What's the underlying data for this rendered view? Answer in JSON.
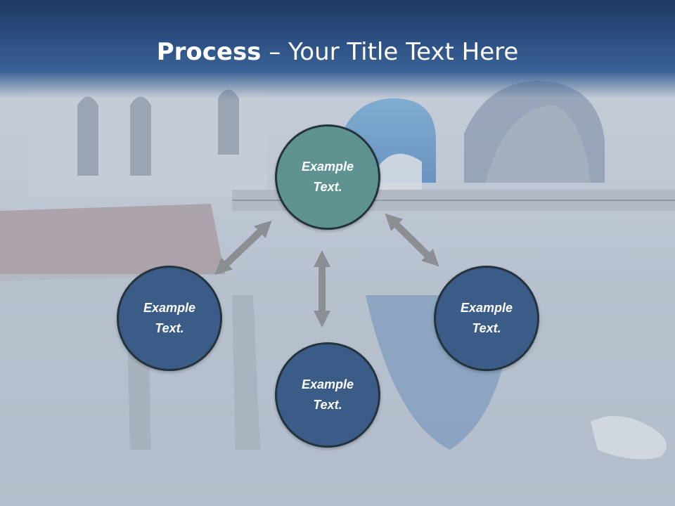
{
  "slide": {
    "title_bold": "Process",
    "title_rest": " – Your Title Text Here"
  },
  "colors": {
    "header": "#2d5286",
    "node_primary": "#3a5c86",
    "node_accent": "#5f9392",
    "node_border": "#24343f",
    "arrow": "#8b8f93"
  },
  "nodes": {
    "top": {
      "line1": "Example",
      "line2": "Text."
    },
    "left": {
      "line1": "Example",
      "line2": "Text."
    },
    "right": {
      "line1": "Example",
      "line2": "Text."
    },
    "bottom": {
      "line1": "Example",
      "line2": "Text."
    }
  }
}
